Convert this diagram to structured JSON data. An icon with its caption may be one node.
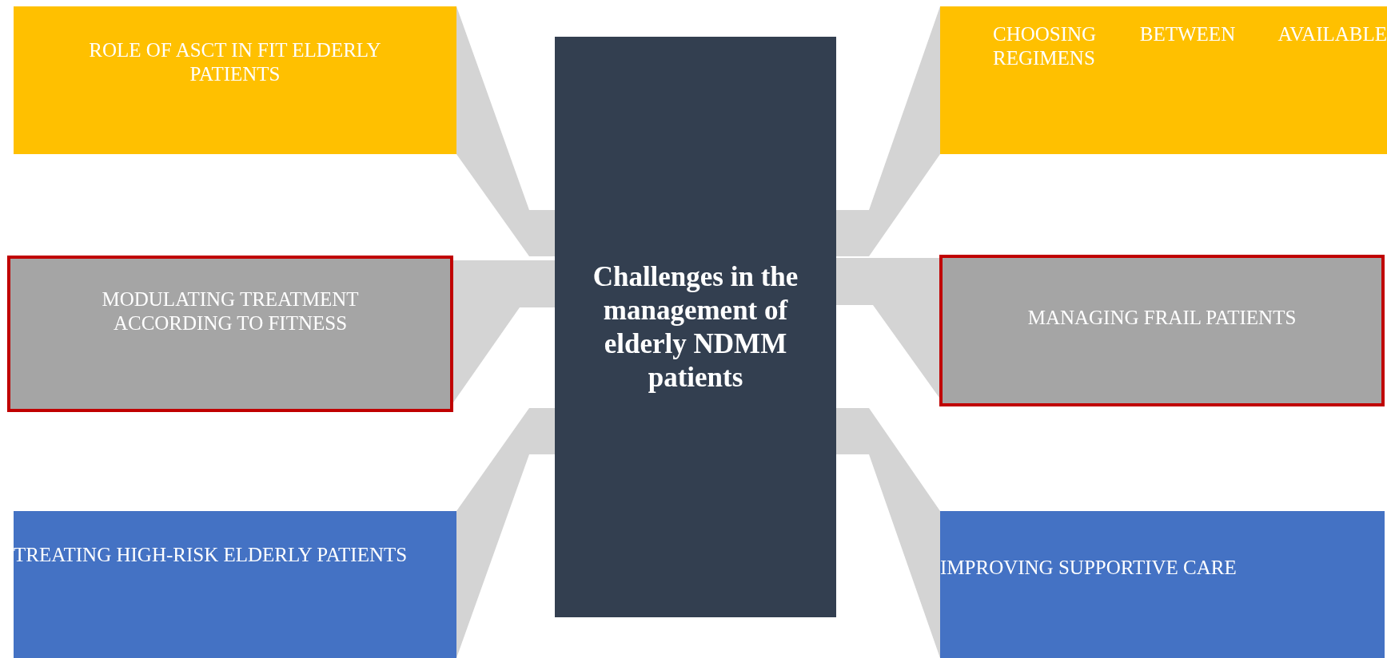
{
  "diagram": {
    "nodes": [
      {
        "text": [
          "Challenges in the management of elderly NDMM patients"
        ]
      },
      {
        "text": [
          "ROLE OF ASCT IN FIT ELDERLY PATIENTS"
        ]
      },
      {
        "text": [
          "CHOOSING BETWEEN AVAILABLE REGIMENS"
        ]
      },
      {
        "text": [
          "MODULATING TREATMENT ACCORDING TO FITNESS"
        ]
      },
      {
        "text": [
          "MANAGING FRAIL PATIENTS"
        ]
      },
      {
        "text": [
          "TREATING HIGH-RISK ELDERLY PATIENTS"
        ]
      },
      {
        "text": [
          "IMPROVING SUPPORTIVE CARE"
        ]
      }
    ],
    "edges": [
      {
        "from": 0,
        "to": 1,
        "arrow": "none"
      },
      {
        "from": 0,
        "to": 2,
        "arrow": "none"
      },
      {
        "from": 0,
        "to": 3,
        "arrow": "none"
      },
      {
        "from": 0,
        "to": 4,
        "arrow": "none"
      },
      {
        "from": 0,
        "to": 5,
        "arrow": "none"
      },
      {
        "from": 0,
        "to": 6,
        "arrow": "none"
      }
    ]
  }
}
